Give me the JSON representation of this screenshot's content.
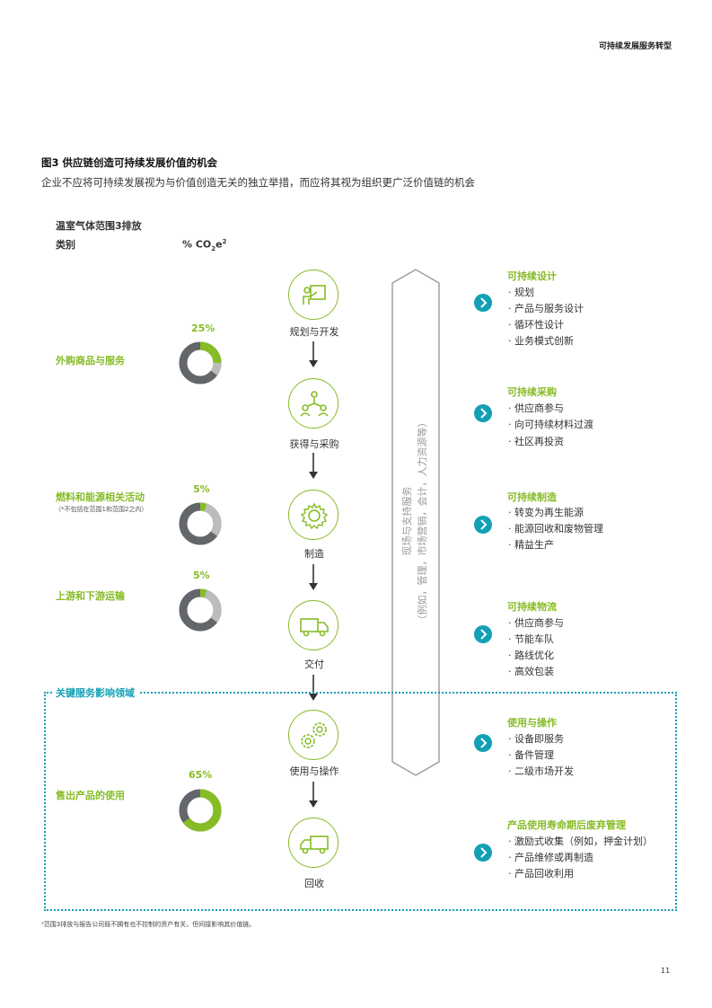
{
  "header": {
    "section": "可持续发展服务转型"
  },
  "figure": {
    "title": "图3 供应链创造可持续发展价值的机会",
    "subtitle": "企业不应将可持续发展视为与价值创造无关的独立举措，而应将其视为组织更广泛价值链的机会"
  },
  "columns": {
    "emissions_header": "温室气体范围3排放",
    "category_header": "类别",
    "percent_header_prefix": "% CO",
    "percent_header_sub": "2",
    "percent_header_suffix": "e",
    "percent_header_sup": "2"
  },
  "categories": [
    {
      "name": "外购商品与服务",
      "note": "",
      "percent": "25%",
      "value": 25
    },
    {
      "name": "燃料和能源相关活动",
      "note": "（*不包括在范围1和范围2之内）",
      "percent": "5%",
      "value": 5
    },
    {
      "name": "上游和下游运输",
      "note": "",
      "percent": "5%",
      "value": 5
    },
    {
      "name": "售出产品的使用",
      "note": "",
      "percent": "65%",
      "value": 65
    }
  ],
  "stages": [
    {
      "label": "规划与开发",
      "icon": "planning-icon"
    },
    {
      "label": "获得与采购",
      "icon": "network-icon"
    },
    {
      "label": "制造",
      "icon": "gear-icon"
    },
    {
      "label": "交付",
      "icon": "truck-icon"
    },
    {
      "label": "使用与操作",
      "icon": "gears-icon"
    },
    {
      "label": "回收",
      "icon": "return-truck-icon"
    }
  ],
  "support": {
    "line1": "现场与支持服务",
    "line2": "（例如，管理，市场营销，会计，人力资源等）"
  },
  "key_area_label": "关键服务影响领域",
  "opportunities": [
    {
      "title": "可持续设计",
      "items": [
        "· 规划",
        "· 产品与服务设计",
        "· 循环性设计",
        "· 业务模式创新"
      ]
    },
    {
      "title": "可持续采购",
      "items": [
        "· 供应商参与",
        "· 向可持续材料过渡",
        "· 社区再投资"
      ]
    },
    {
      "title": "可持续制造",
      "items": [
        "· 转变为再生能源",
        "· 能源回收和废物管理",
        "· 精益生产"
      ]
    },
    {
      "title": "可持续物流",
      "items": [
        "· 供应商参与",
        "· 节能车队",
        "· 路线优化",
        "· 高效包装"
      ]
    },
    {
      "title": "使用与操作",
      "items": [
        "· 设备即服务",
        "· 备件管理",
        "· 二级市场开发"
      ]
    },
    {
      "title": "产品使用寿命期后废弃管理",
      "items": [
        "· 激励式收集（例如，押金计划）",
        "· 产品维修或再制造",
        "· 产品回收利用"
      ]
    }
  ],
  "footnote": "²范围3排放与报告公司既不拥有也不控制的资产有关，但间接影响其价值链。",
  "page_number": "11",
  "colors": {
    "green": "#86bc25",
    "teal": "#13a0b5",
    "dark_gray": "#63666a",
    "light_gray": "#bbbcbc"
  }
}
